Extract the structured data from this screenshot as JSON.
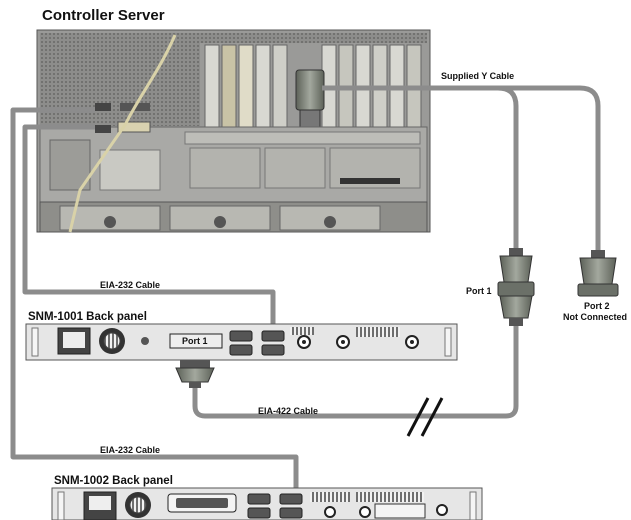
{
  "title": "Controller Server",
  "panels": {
    "snm1001": {
      "title": "SNM-1001 Back panel",
      "port_label": "Port 1"
    },
    "snm1002": {
      "title": "SNM-1002 Back panel"
    }
  },
  "cables": {
    "y_cable": "Supplied  Y Cable",
    "eia232_top": "EIA-232 Cable",
    "eia422": "EIA-422 Cable",
    "eia232_bottom": "EIA-232 Cable"
  },
  "ports": {
    "port1": "Port 1",
    "port2_line1": "Port 2",
    "port2_line2": "Not Connected"
  },
  "colors": {
    "cable": "#8c8c8c",
    "server_body": "#9a9a98",
    "panel_body": "#e6e6e6",
    "connector": "#7a7f77"
  }
}
